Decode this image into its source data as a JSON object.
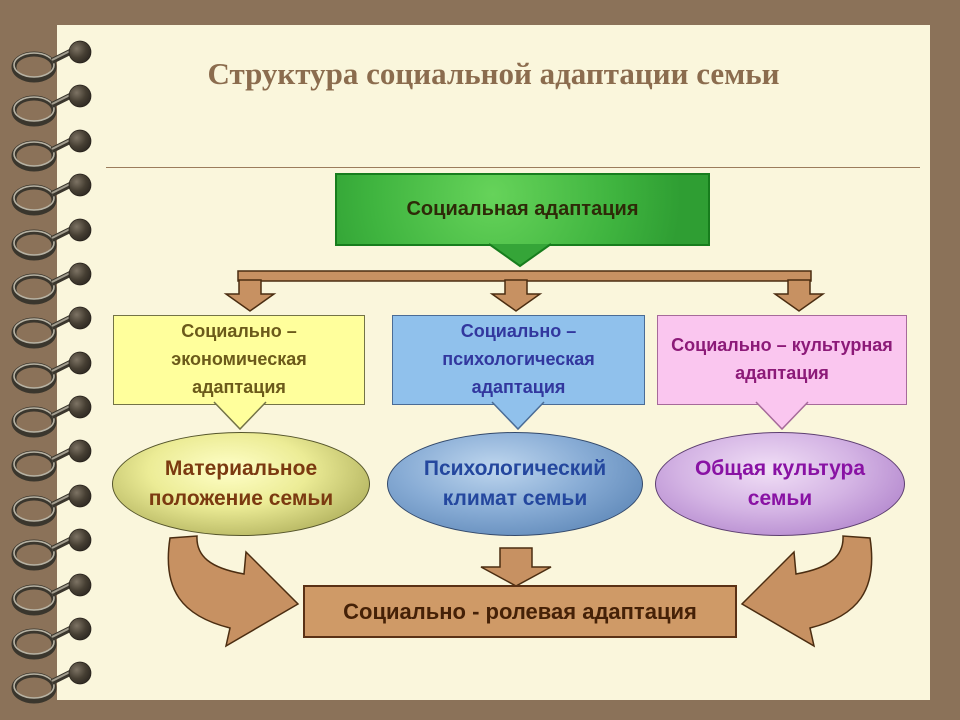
{
  "slide": {
    "title": "Структура социальной адаптации семьи",
    "root": {
      "label": "Социальная адаптация"
    },
    "branches": [
      {
        "label": "Социально – экономическая адаптация"
      },
      {
        "label": "Социально – психологическая адаптация"
      },
      {
        "label": "Социально – культурная адаптация"
      }
    ],
    "factors": [
      {
        "label": "Материальное положение семьи"
      },
      {
        "label": "Психологический климат семьи"
      },
      {
        "label": "Общая культура семьи"
      }
    ],
    "result": {
      "label": "Социально - ролевая адаптация"
    }
  },
  "colors": {
    "background_brown": "#8b7259",
    "page_cream": "#faf6dc",
    "title_text": "#8b6c4e",
    "root_green_fill": "#3fb43f",
    "root_green_border": "#177d1d",
    "connector_tan": "#c79162",
    "connector_outline": "#4b2d11",
    "branch_econ_fill": "#ffff9c",
    "branch_econ_text": "#6b5a1a",
    "branch_psych_fill": "#90c1ec",
    "branch_psych_text": "#32379e",
    "branch_cult_fill": "#fac6ef",
    "branch_cult_text": "#8c1a78",
    "ellipse_material_fill": "#9d9d4a",
    "ellipse_material_text": "#7b3a10",
    "ellipse_climate_fill": "#537eb0",
    "ellipse_climate_text": "#24479e",
    "ellipse_culture_fill": "#a878c6",
    "ellipse_culture_text": "#8912a4",
    "result_fill": "#cf9a67",
    "result_text": "#452107"
  }
}
